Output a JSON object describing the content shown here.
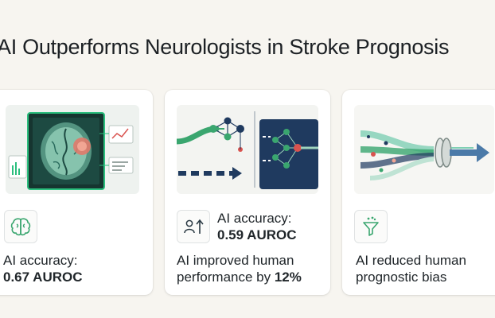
{
  "title": "AI Outperforms Neurologists in Stroke Prognosis",
  "cards": [
    {
      "icon": "brain-icon",
      "line1": "AI accuracy:",
      "line2": "0.67 AUROC"
    },
    {
      "icon": "person-arrow-up-icon",
      "accuracy_line1": "AI accuracy:",
      "accuracy_line2": "0.59 AUROC",
      "improvement_line1": "AI improved human",
      "improvement_line2_prefix": "performance by ",
      "improvement_line2_value": "12%"
    },
    {
      "icon": "funnel-icon",
      "line1": "AI reduced human",
      "line2": "prognostic bias"
    }
  ],
  "colors": {
    "accent_green": "#3aa66f",
    "navy": "#1f3a5f",
    "stroke_red": "#d9534f",
    "background": "#f7f5f0"
  }
}
